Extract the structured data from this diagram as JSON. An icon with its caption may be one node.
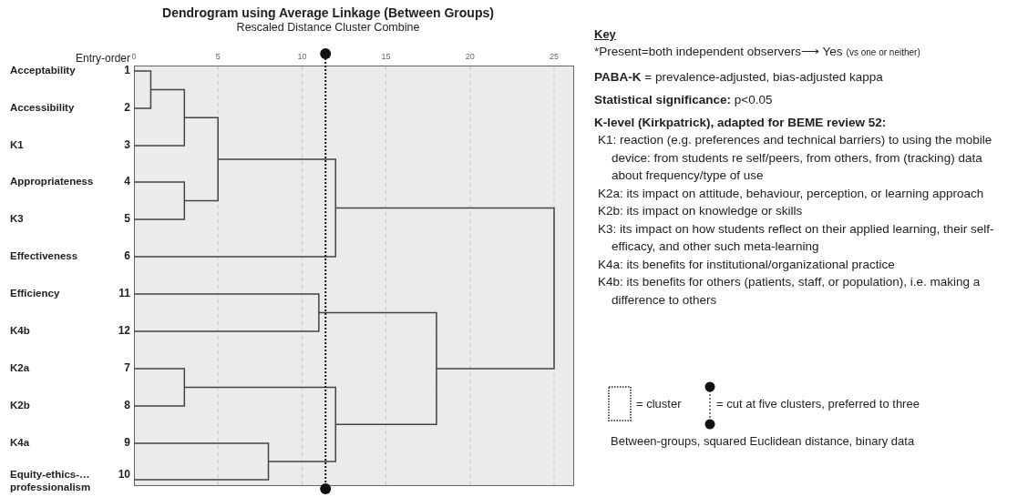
{
  "diagram": {
    "title": "Dendrogram using Average Linkage (Between Groups)",
    "labels": [
      "Rescaled Distance Cluster Combine",
      "Entry-order",
      "0",
      "5",
      "10",
      "15",
      "20",
      "25",
      "Acceptability",
      "1",
      "Accessibility",
      "2",
      "K1",
      "3",
      "Appropriateness",
      "4",
      "K3",
      "5",
      "Effectiveness",
      "6",
      "Efficiency",
      "11",
      "K4b",
      "12",
      "K2a",
      "7",
      "K2b",
      "8",
      "K4a",
      "9",
      "Equity-ethics-… professionalism",
      "10",
      "Key",
      "*Present=both independent observers⟶ Yes",
      "(vs one or neither)",
      "**PABA-K** = prevalence-adjusted, bias-adjusted kappa",
      "**Statistical significance:** p<0.05",
      "K-level (Kirkpatrick), adapted for BEME review 52:",
      "K1: reaction (e.g. preferences and technical barriers) to using the mobile device: from students re self/peers, from others, from (tracking) data about frequency/type of use",
      "K2a: its impact on attitude, behaviour, perception, or learning approach",
      "K2b: its impact on knowledge or skills",
      "K3: its impact on how students reflect on their applied learning, their self-efficacy, and other such meta-learning",
      "K4a: its benefits for institutional/organizational practice",
      "K4b: its benefits for others (patients, staff, or population), i.e. making a difference to others",
      "Between-groups, squared Euclidean distance, binary data"
    ],
    "legend": [
      {
        "text": "= cluster"
      },
      {
        "text": "= cut at five clusters, preferred to three"
      }
    ]
  }
}
